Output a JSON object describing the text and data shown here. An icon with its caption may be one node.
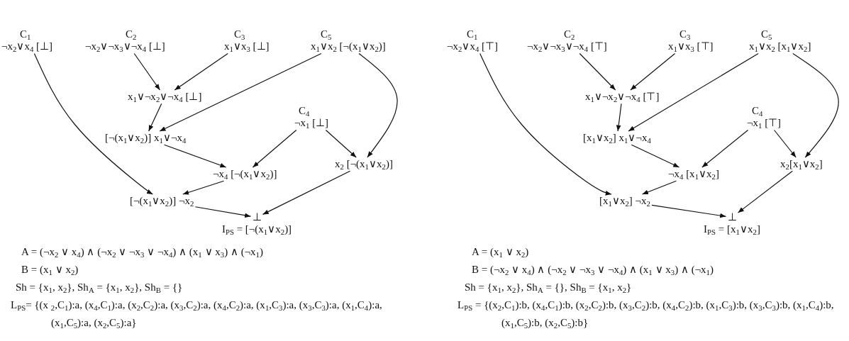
{
  "diagram": {
    "nodes": [
      {
        "text": [
          "C$_{1}$",
          "¬x$_{2}$∨x$_{4}$ [⊥]"
        ]
      },
      {
        "text": [
          "C$_{2}$",
          "¬x$_{2}$∨¬x$_{3}$∨¬x$_{4}$ [⊥]"
        ]
      },
      {
        "text": [
          "C$_{3}$",
          "x$_{1}$∨x$_{3}$ [⊥]"
        ]
      },
      {
        "text": [
          "C$_{5}$",
          "x$_{1}$∨x$_{2}$ [¬(x$_{1}$∨x$_{2}$)]"
        ]
      },
      {
        "text": [
          "x$_{1}$∨¬x$_{2}$∨¬x$_{4}$ [⊥]"
        ]
      },
      {
        "text": [
          "C$_{4}$",
          "¬x$_{1}$ [⊥]"
        ]
      },
      {
        "text": [
          "[¬(x$_{1}$∨x$_{2}$)] x$_{1}$∨¬x$_{4}$"
        ]
      },
      {
        "text": [
          "x$_{2}$ [¬(x$_{1}$∨x$_{2}$)]"
        ]
      },
      {
        "text": [
          "¬x$_{4}$ [¬(x$_{1}$∨x$_{2}$)]"
        ]
      },
      {
        "text": [
          "[¬(x$_{1}$∨x$_{2}$)] ¬x$_{2}$"
        ]
      },
      {
        "text": [
          "⊥"
        ],
        "beside": [
          "I$_{PS}$ = [¬(x$_{1}$∨x$_{2}$)]"
        ]
      },
      {
        "text": [
          "C$_{1}$",
          "¬x$_{2}$∨x$_{4}$ [⊤]"
        ]
      },
      {
        "text": [
          "C$_{2}$",
          "¬x$_{2}$∨¬x$_{3}$∨¬x$_{4}$ [⊤]"
        ]
      },
      {
        "text": [
          "C$_{3}$",
          "x$_{1}$∨x$_{3}$ [⊤]"
        ]
      },
      {
        "text": [
          "C$_{5}$",
          "x$_{1}$∨x$_{2}$ [x$_{1}$∨x$_{2}$]"
        ]
      },
      {
        "text": [
          "x$_{1}$∨¬x$_{2}$∨¬x$_{4}$ [⊤]"
        ]
      },
      {
        "text": [
          "C$_{4}$",
          "¬x$_{1}$ [⊤]"
        ]
      },
      {
        "text": [
          "[x$_{1}$∨x$_{2}$] x$_{1}$∨¬x$_{4}$"
        ]
      },
      {
        "text": [
          "x$_{2}$[x$_{1}$∨x$_{2}$]"
        ]
      },
      {
        "text": [
          "¬x$_{4}$ [x$_{1}$∨x$_{2}$]"
        ]
      },
      {
        "text": [
          "[x$_{1}$∨x$_{2}$] ¬x$_{2}$"
        ]
      },
      {
        "text": [
          "⊥"
        ],
        "beside": [
          "I$_{PS}$ = [x$_{1}$∨x$_{2}$]"
        ]
      }
    ],
    "edges": [
      {
        "from": 1,
        "to": 4,
        "arrow": "to"
      },
      {
        "from": 2,
        "to": 4,
        "arrow": "to"
      },
      {
        "from": 4,
        "to": 6,
        "arrow": "to"
      },
      {
        "from": 3,
        "to": 6,
        "arrow": "to"
      },
      {
        "from": 3,
        "to": 7,
        "arrow": "to"
      },
      {
        "from": 5,
        "to": 8,
        "arrow": "to"
      },
      {
        "from": 5,
        "to": 7,
        "arrow": "to"
      },
      {
        "from": 6,
        "to": 8,
        "arrow": "to"
      },
      {
        "from": 0,
        "to": 9,
        "arrow": "to"
      },
      {
        "from": 8,
        "to": 9,
        "arrow": "to"
      },
      {
        "from": 9,
        "to": 10,
        "arrow": "to"
      },
      {
        "from": 7,
        "to": 10,
        "arrow": "to"
      },
      {
        "from": 12,
        "to": 15,
        "arrow": "to"
      },
      {
        "from": 13,
        "to": 15,
        "arrow": "to"
      },
      {
        "from": 15,
        "to": 17,
        "arrow": "to"
      },
      {
        "from": 14,
        "to": 17,
        "arrow": "to"
      },
      {
        "from": 14,
        "to": 18,
        "arrow": "to"
      },
      {
        "from": 16,
        "to": 19,
        "arrow": "to"
      },
      {
        "from": 16,
        "to": 18,
        "arrow": "to"
      },
      {
        "from": 17,
        "to": 19,
        "arrow": "to"
      },
      {
        "from": 11,
        "to": 20,
        "arrow": "to"
      },
      {
        "from": 19,
        "to": 20,
        "arrow": "to"
      },
      {
        "from": 20,
        "to": 21,
        "arrow": "to"
      },
      {
        "from": 18,
        "to": 21,
        "arrow": "to"
      }
    ],
    "labels": [
      "A = (¬x$_{2}$ ∨ x$_{4}$) ∧ (¬x$_{2}$ ∨ ¬x$_{3}$ ∨ ¬x$_{4}$) ∧ (x$_{1}$ ∨ x$_{3}$) ∧ (¬x$_{1}$)",
      "B = (x$_{1}$ ∨ x$_{2}$)",
      "Sh = {x$_{1}$, x$_{2}$}, Sh$_{A}$ = {x$_{1}$, x$_{2}$}, Sh$_{B}$ = {}",
      "L$_{PS}$= {(x $_{2}$,C$_{1}$):a, (x$_{4}$,C$_{1}$):a, (x$_{2}$,C$_{2}$):a, (x$_{3}$,C$_{2}$):a, (x$_{4}$,C$_{2}$):a, (x$_{1}$,C$_{3}$):a, (x$_{3}$,C$_{3}$):a, (x$_{1}$,C$_{4}$):a, (x$_{1}$,C$_{5}$):a, (x$_{2}$,C$_{5}$):a}",
      "A = (x$_{1}$ ∨ x$_{2}$)",
      "B = (¬x$_{2}$ ∨ x$_{4}$) ∧ (¬x$_{2}$ ∨ ¬x$_{3}$ ∨ ¬x$_{4}$) ∧ (x$_{1}$ ∨ x$_{3}$) ∧ (¬x$_{1}$)",
      "Sh = {x$_{1}$, x$_{2}$}, Sh$_{A}$ = {}, Sh$_{B}$ = {x$_{1}$, x$_{2}$}",
      "L$_{PS}$ = {(x$_{2}$,C$_{1}$):b, (x$_{4}$,C$_{1}$):b, (x$_{2}$,C$_{2}$):b, (x$_{3}$,C$_{2}$):b, (x$_{4}$,C$_{2}$):b, (x$_{1}$,C$_{3}$):b, (x$_{3}$,C$_{3}$):b, (x$_{1}$,C$_{4}$):b, (x$_{1}$,C$_{5}$):b, (x$_{2}$,C$_{5}$):b}"
    ]
  }
}
